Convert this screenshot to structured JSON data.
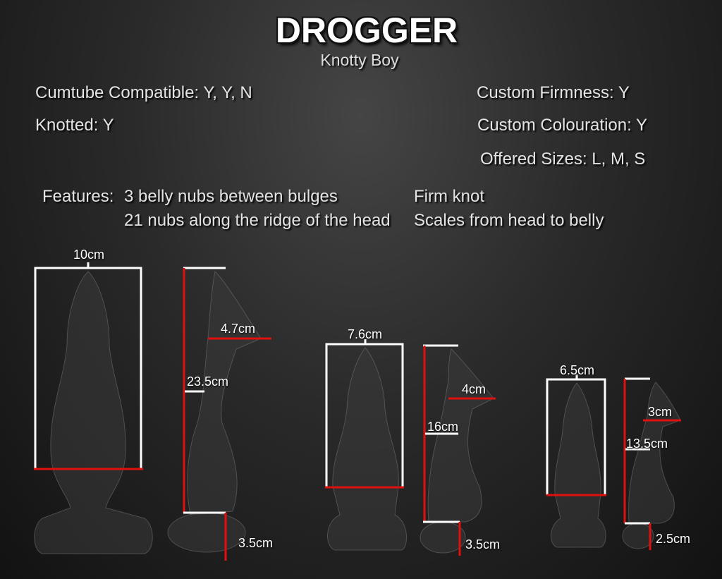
{
  "header": {
    "title": "DROGGER",
    "subtitle": "Knotty Boy"
  },
  "specs": {
    "cumtube": "Cumtube Compatible: Y, Y, N",
    "knotted": "Knotted: Y",
    "firmness": "Custom Firmness: Y",
    "colouration": "Custom Colouration: Y",
    "sizes": "Offered Sizes: L, M, S"
  },
  "features": {
    "label": "Features:",
    "items": [
      "3 belly nubs between bulges",
      "21 nubs along the ridge of the head",
      "Firm knot",
      "Scales from head to belly"
    ]
  },
  "sizes": {
    "large": {
      "width": "10cm",
      "head": "4.7cm",
      "length": "23.5cm",
      "base": "3.5cm"
    },
    "medium": {
      "width": "7.6cm",
      "head": "4cm",
      "length": "16cm",
      "base": "3.5cm"
    },
    "small": {
      "width": "6.5cm",
      "head": "3cm",
      "length": "13.5cm",
      "base": "2.5cm"
    }
  },
  "colors": {
    "measure_red": "#e01010",
    "measure_white": "#ffffff"
  }
}
